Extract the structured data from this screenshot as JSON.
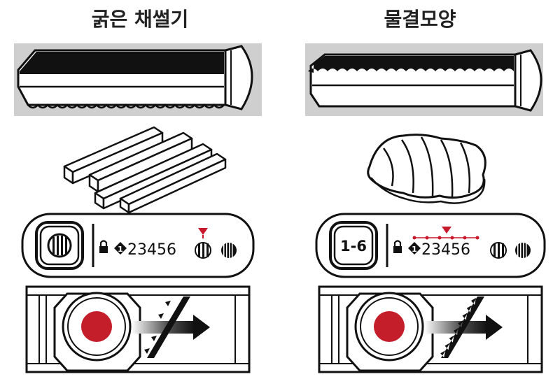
{
  "left": {
    "title": "굵은 채썰기",
    "dial_label": "",
    "settings": "23456",
    "setting_first": "1"
  },
  "right": {
    "title": "물결모양",
    "dial_label": "1-6",
    "settings": "23456",
    "setting_first": "1"
  },
  "colors": {
    "marker": "#c8182b",
    "knob": "#c41e2b",
    "panel_bg": "#cfcfcf",
    "ink": "#111111"
  },
  "icons": [
    "lock-icon",
    "arrow-icon",
    "blade-icon"
  ]
}
